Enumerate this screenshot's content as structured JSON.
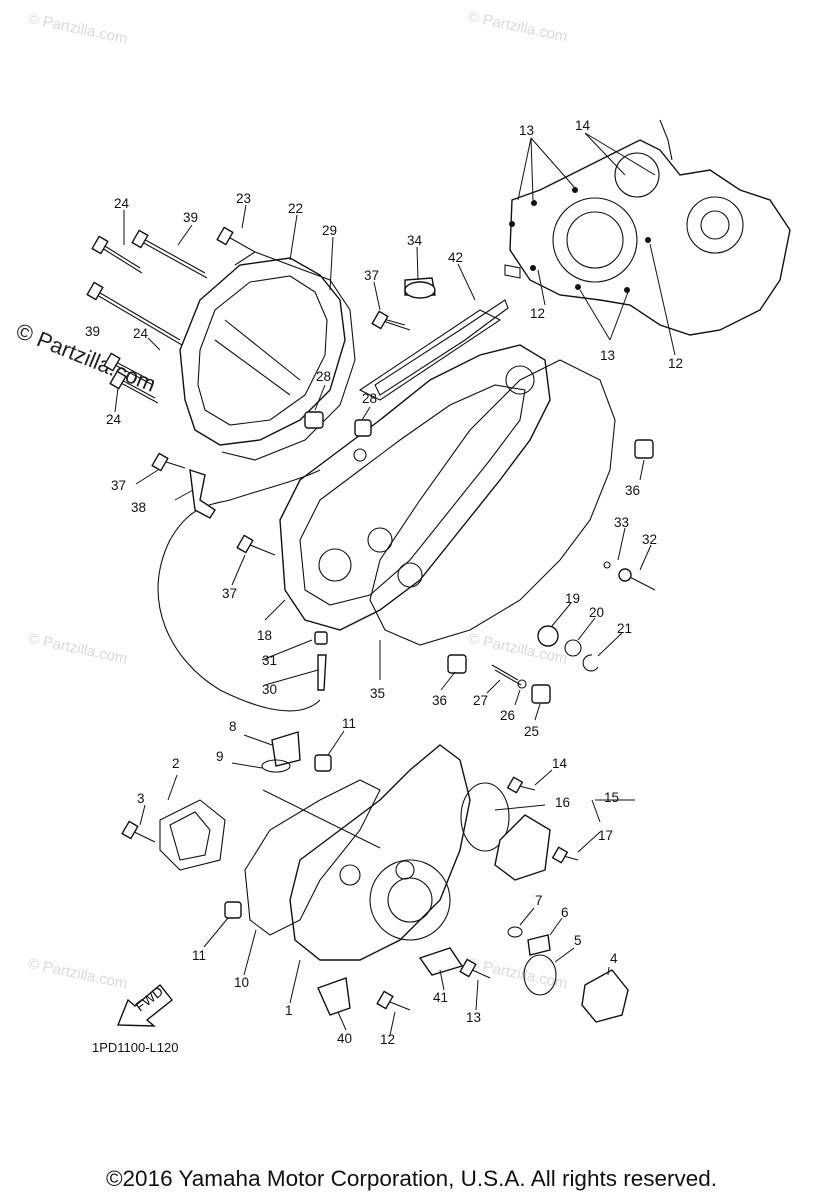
{
  "watermark": {
    "text": "© Partzilla.com",
    "large_text": "© Partzilla.com"
  },
  "diagram_code": "1PD1100-L120",
  "fwd_label": "FWD",
  "copyright": "©2016 Yamaha Motor Corporation, U.S.A. All rights reserved.",
  "callouts": [
    "1",
    "2",
    "3",
    "4",
    "5",
    "6",
    "7",
    "8",
    "9",
    "10",
    "11",
    "11",
    "12",
    "12",
    "12",
    "13",
    "13",
    "13",
    "14",
    "14",
    "15",
    "16",
    "17",
    "18",
    "19",
    "20",
    "21",
    "22",
    "23",
    "24",
    "24",
    "24",
    "25",
    "26",
    "27",
    "28",
    "28",
    "29",
    "30",
    "31",
    "32",
    "33",
    "34",
    "35",
    "36",
    "36",
    "37",
    "37",
    "37",
    "38",
    "39",
    "39",
    "40",
    "41",
    "42"
  ]
}
